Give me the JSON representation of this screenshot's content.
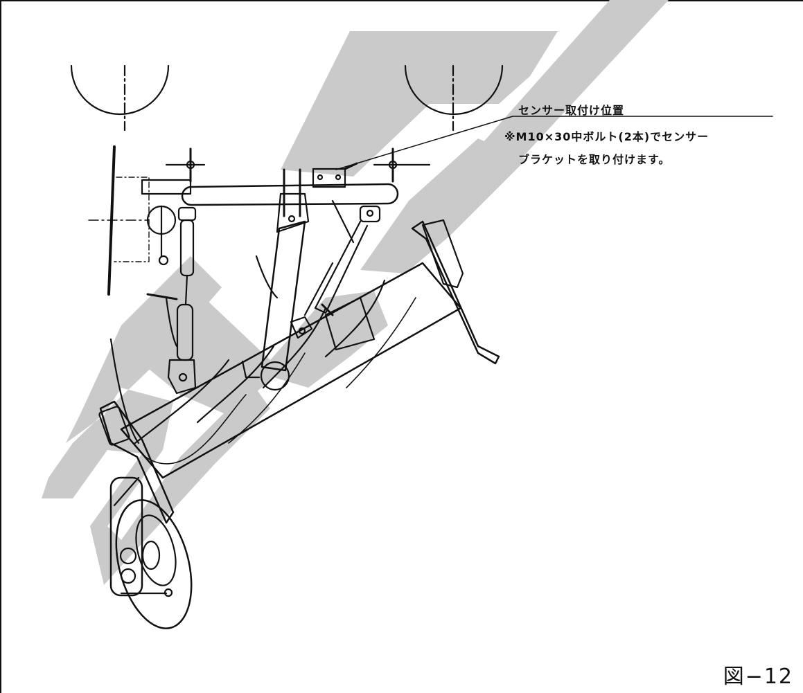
{
  "callout": {
    "title": "センサー取付け位置",
    "note_line1": "※M10×30中ボルト(2本)でセンサー",
    "note_line2": "ブラケットを取り付けます。"
  },
  "figure_label": "図−12",
  "colors": {
    "line": "#111111",
    "watermark": "#c9c9c9",
    "background": "#ffffff"
  }
}
